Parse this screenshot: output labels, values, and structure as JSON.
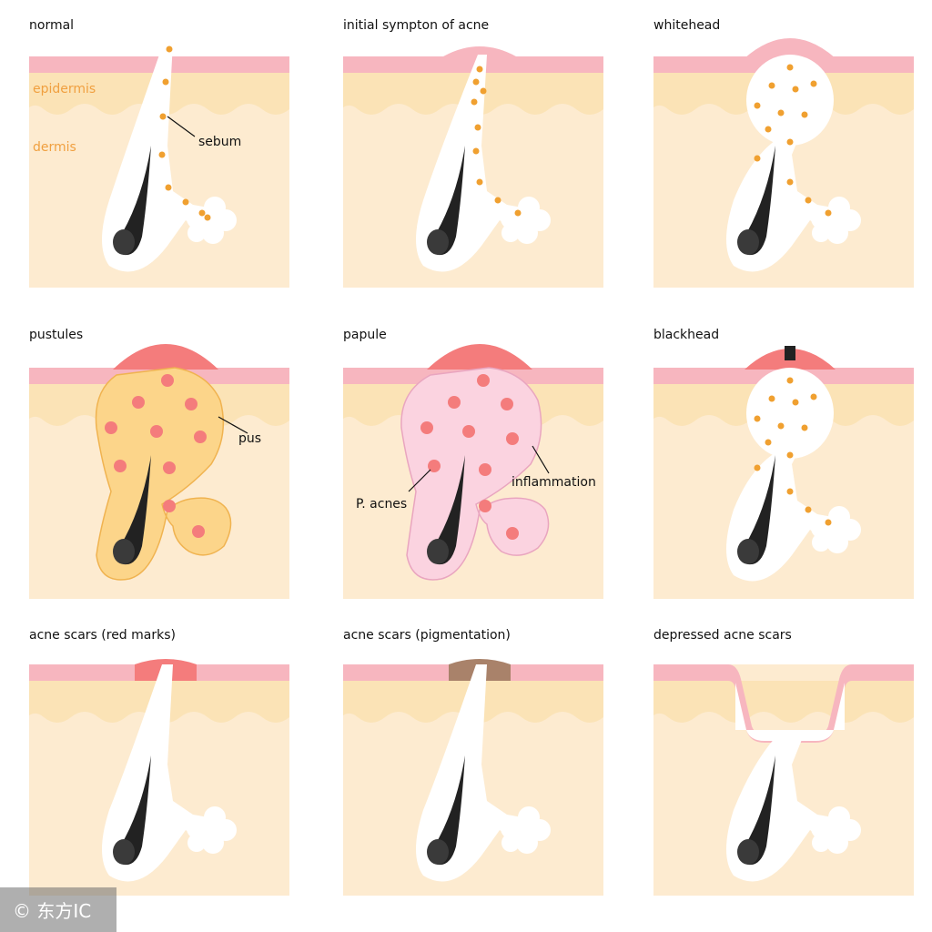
{
  "panels": [
    {
      "id": "normal",
      "title": "normal"
    },
    {
      "id": "initial",
      "title": "initial sympton of acne"
    },
    {
      "id": "whitehead",
      "title": "whitehead"
    },
    {
      "id": "pustules",
      "title": "pustules"
    },
    {
      "id": "papule",
      "title": "papule"
    },
    {
      "id": "blackhead",
      "title": "blackhead"
    },
    {
      "id": "red-marks",
      "title": "acne scars (red marks)"
    },
    {
      "id": "pigmentation",
      "title": "acne scars (pigmentation)"
    },
    {
      "id": "depressed",
      "title": "depressed acne scars"
    }
  ],
  "labels": {
    "epidermis": "epidermis",
    "dermis": "dermis",
    "sebum": "sebum",
    "pus": "pus",
    "inflammation": "inflammation",
    "p_acnes": "P. acnes"
  },
  "watermark": "© 东方IC",
  "colors": {
    "skin_top": "#f7b6bf",
    "epidermis": "#fbe3b6",
    "dermis": "#fdebd0",
    "sebum_dot": "#f0a030",
    "hair": "#222222",
    "pus_fill": "#fcd58a",
    "papule_fill": "#fbd3e0",
    "redness": "#f47c7c",
    "pigment": "#a9826a"
  }
}
